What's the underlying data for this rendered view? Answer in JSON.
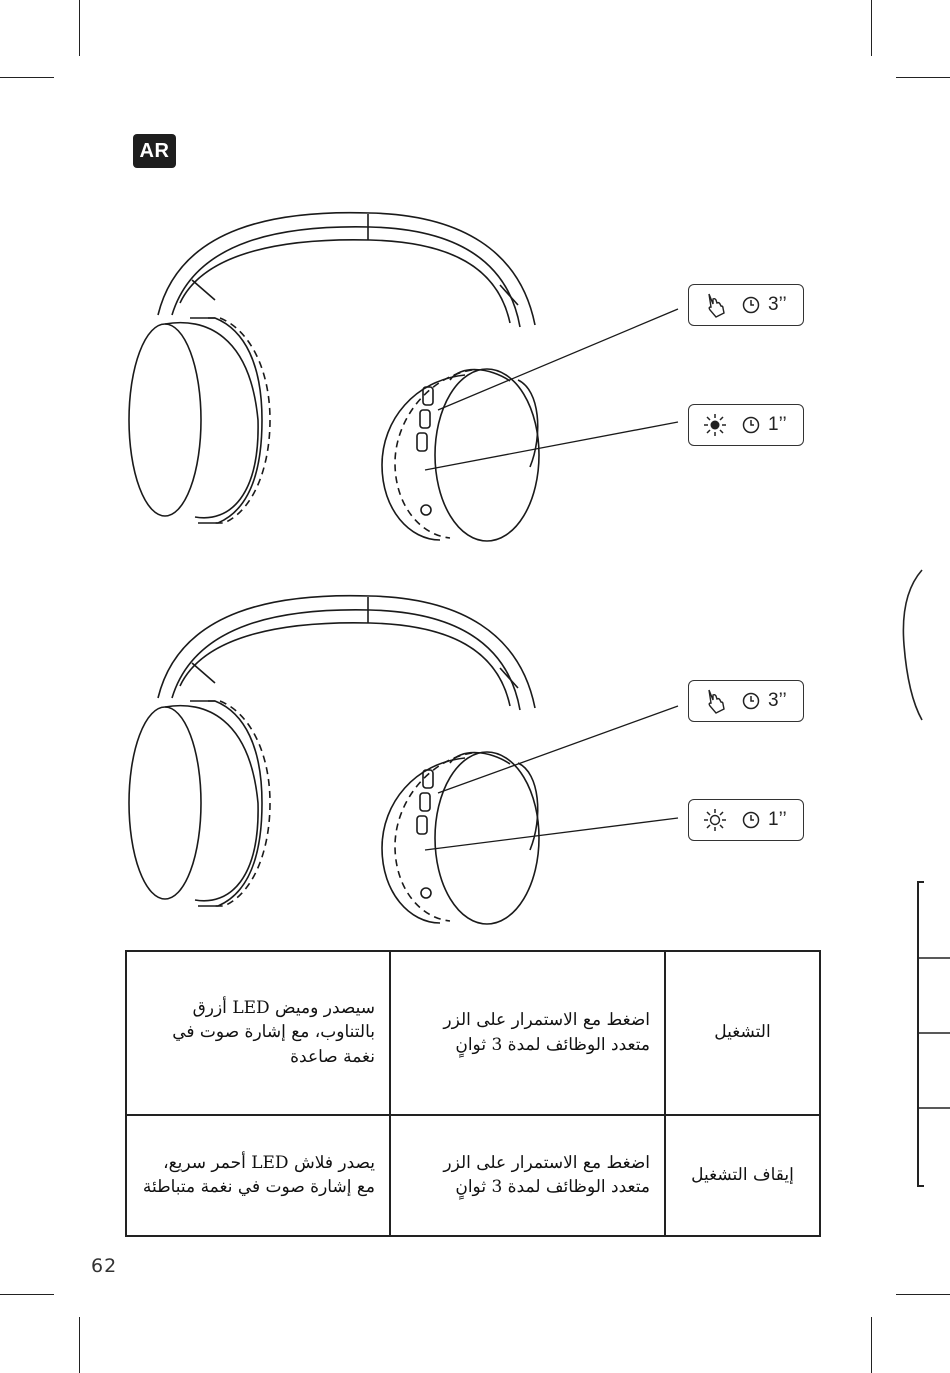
{
  "language_badge": "AR",
  "figures": [
    {
      "callouts": [
        {
          "icon": "press-hand-icon",
          "duration": "3’’"
        },
        {
          "icon": "led-light-icon",
          "duration": "1’’"
        }
      ]
    },
    {
      "callouts": [
        {
          "icon": "press-hand-icon",
          "duration": "3’’"
        },
        {
          "icon": "led-light-icon",
          "duration": "1’’"
        }
      ]
    }
  ],
  "table": {
    "rows": [
      {
        "action": "التشغيل",
        "operation": "اضغط مع الاستمرار على الزر متعدد الوظائف لمدة 3 ثوانٍ",
        "indication": "سيصدر وميض LED أزرق بالتناوب، مع إشارة صوت في نغمة صاعدة"
      },
      {
        "action": "إيقاف التشغيل",
        "operation": "اضغط مع الاستمرار على الزر متعدد الوظائف لمدة 3 ثوانٍ",
        "indication": "يصدر فلاش LED أحمر سريع، مع إشارة صوت في نغمة متباطئة"
      }
    ]
  },
  "page_number": "62"
}
